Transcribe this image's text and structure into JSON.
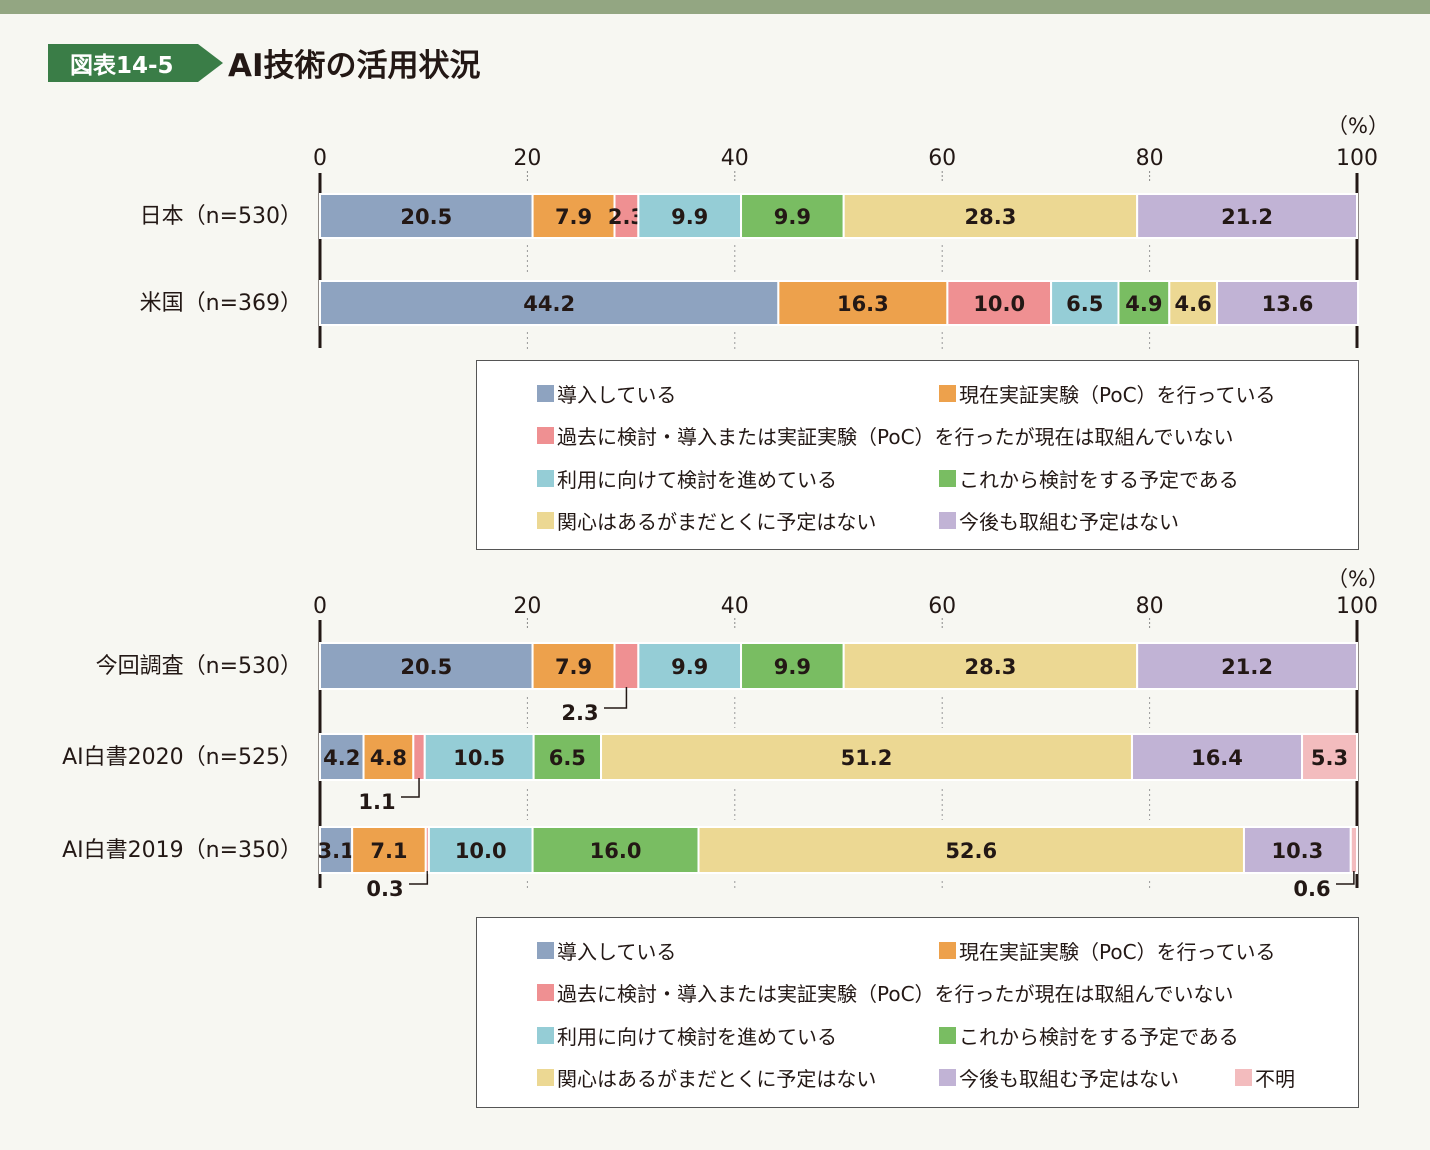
{
  "header": {
    "badge": "図表14-5",
    "title": "AI技術の活用状況"
  },
  "colors": {
    "導入している": "#8ea3c0",
    "現在実証実験（PoC）を行っている": "#eda14c",
    "過去に検討・導入または実証実験（PoC）を行ったが現在は取組んでいない": "#ef9092",
    "利用に向けて検討を進めている": "#95cdd6",
    "これから検討をする予定である": "#79bd62",
    "関心はあるがまだとくに予定はない": "#ecd893",
    "今後も取組む予定はない": "#c1b3d5",
    "不明": "#f3bcbe"
  },
  "chart_data": [
    {
      "type": "bar",
      "orientation": "horizontal",
      "stacked": true,
      "unit": "（%）",
      "xlim": [
        0,
        100
      ],
      "xticks": [
        0,
        20,
        40,
        60,
        80,
        100
      ],
      "categories": [
        "日本（n=530）",
        "米国（n=369）"
      ],
      "series": [
        {
          "name": "導入している",
          "values": [
            20.5,
            44.2
          ]
        },
        {
          "name": "現在実証実験（PoC）を行っている",
          "values": [
            7.9,
            16.3
          ]
        },
        {
          "name": "過去に検討・導入または実証実験（PoC）を行ったが現在は取組んでいない",
          "values": [
            2.3,
            10.0
          ]
        },
        {
          "name": "利用に向けて検討を進めている",
          "values": [
            9.9,
            6.5
          ]
        },
        {
          "name": "これから検討をする予定である",
          "values": [
            9.9,
            4.9
          ]
        },
        {
          "name": "関心はあるがまだとくに予定はない",
          "values": [
            28.3,
            4.6
          ]
        },
        {
          "name": "今後も取組む予定はない",
          "values": [
            21.2,
            13.6
          ]
        }
      ],
      "legend": {
        "placement": "bottom",
        "items": [
          "導入している",
          "現在実証実験（PoC）を行っている",
          "過去に検討・導入または実証実験（PoC）を行ったが現在は取組んでいない",
          "利用に向けて検討を進めている",
          "これから検討をする予定である",
          "関心はあるがまだとくに予定はない",
          "今後も取組む予定はない"
        ]
      }
    },
    {
      "type": "bar",
      "orientation": "horizontal",
      "stacked": true,
      "unit": "（%）",
      "xlim": [
        0,
        100
      ],
      "xticks": [
        0,
        20,
        40,
        60,
        80,
        100
      ],
      "categories": [
        "今回調査（n=530）",
        "AI白書2020（n=525）",
        "AI白書2019（n=350）"
      ],
      "series": [
        {
          "name": "導入している",
          "values": [
            20.5,
            4.2,
            3.1
          ]
        },
        {
          "name": "現在実証実験（PoC）を行っている",
          "values": [
            7.9,
            4.8,
            7.1
          ]
        },
        {
          "name": "過去に検討・導入または実証実験（PoC）を行ったが現在は取組んでいない",
          "values": [
            2.3,
            1.1,
            0.3
          ]
        },
        {
          "name": "利用に向けて検討を進めている",
          "values": [
            9.9,
            10.5,
            10.0
          ]
        },
        {
          "name": "これから検討をする予定である",
          "values": [
            9.9,
            6.5,
            16.0
          ]
        },
        {
          "name": "関心はあるがまだとくに予定はない",
          "values": [
            28.3,
            51.2,
            52.6
          ]
        },
        {
          "name": "今後も取組む予定はない",
          "values": [
            21.2,
            16.4,
            10.3
          ]
        },
        {
          "name": "不明",
          "values": [
            0,
            5.3,
            0.6
          ]
        }
      ],
      "legend": {
        "placement": "bottom",
        "items": [
          "導入している",
          "現在実証実験（PoC）を行っている",
          "過去に検討・導入または実証実験（PoC）を行ったが現在は取組んでいない",
          "利用に向けて検討を進めている",
          "これから検討をする予定である",
          "関心はあるがまだとくに予定はない",
          "今後も取組む予定はない",
          "不明"
        ]
      }
    }
  ]
}
